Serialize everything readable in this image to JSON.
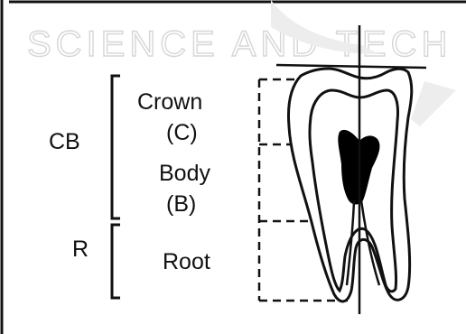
{
  "watermark": "SCIENCE AND TECH",
  "labels": {
    "cb": "CB",
    "r": "R",
    "crown": "Crown",
    "crown_abbr": "(C)",
    "body": "Body",
    "body_abbr": "(B)",
    "root": "Root"
  },
  "colors": {
    "ink": "#111111",
    "pulp": "#000000",
    "watermark": "#d6d6d6"
  }
}
